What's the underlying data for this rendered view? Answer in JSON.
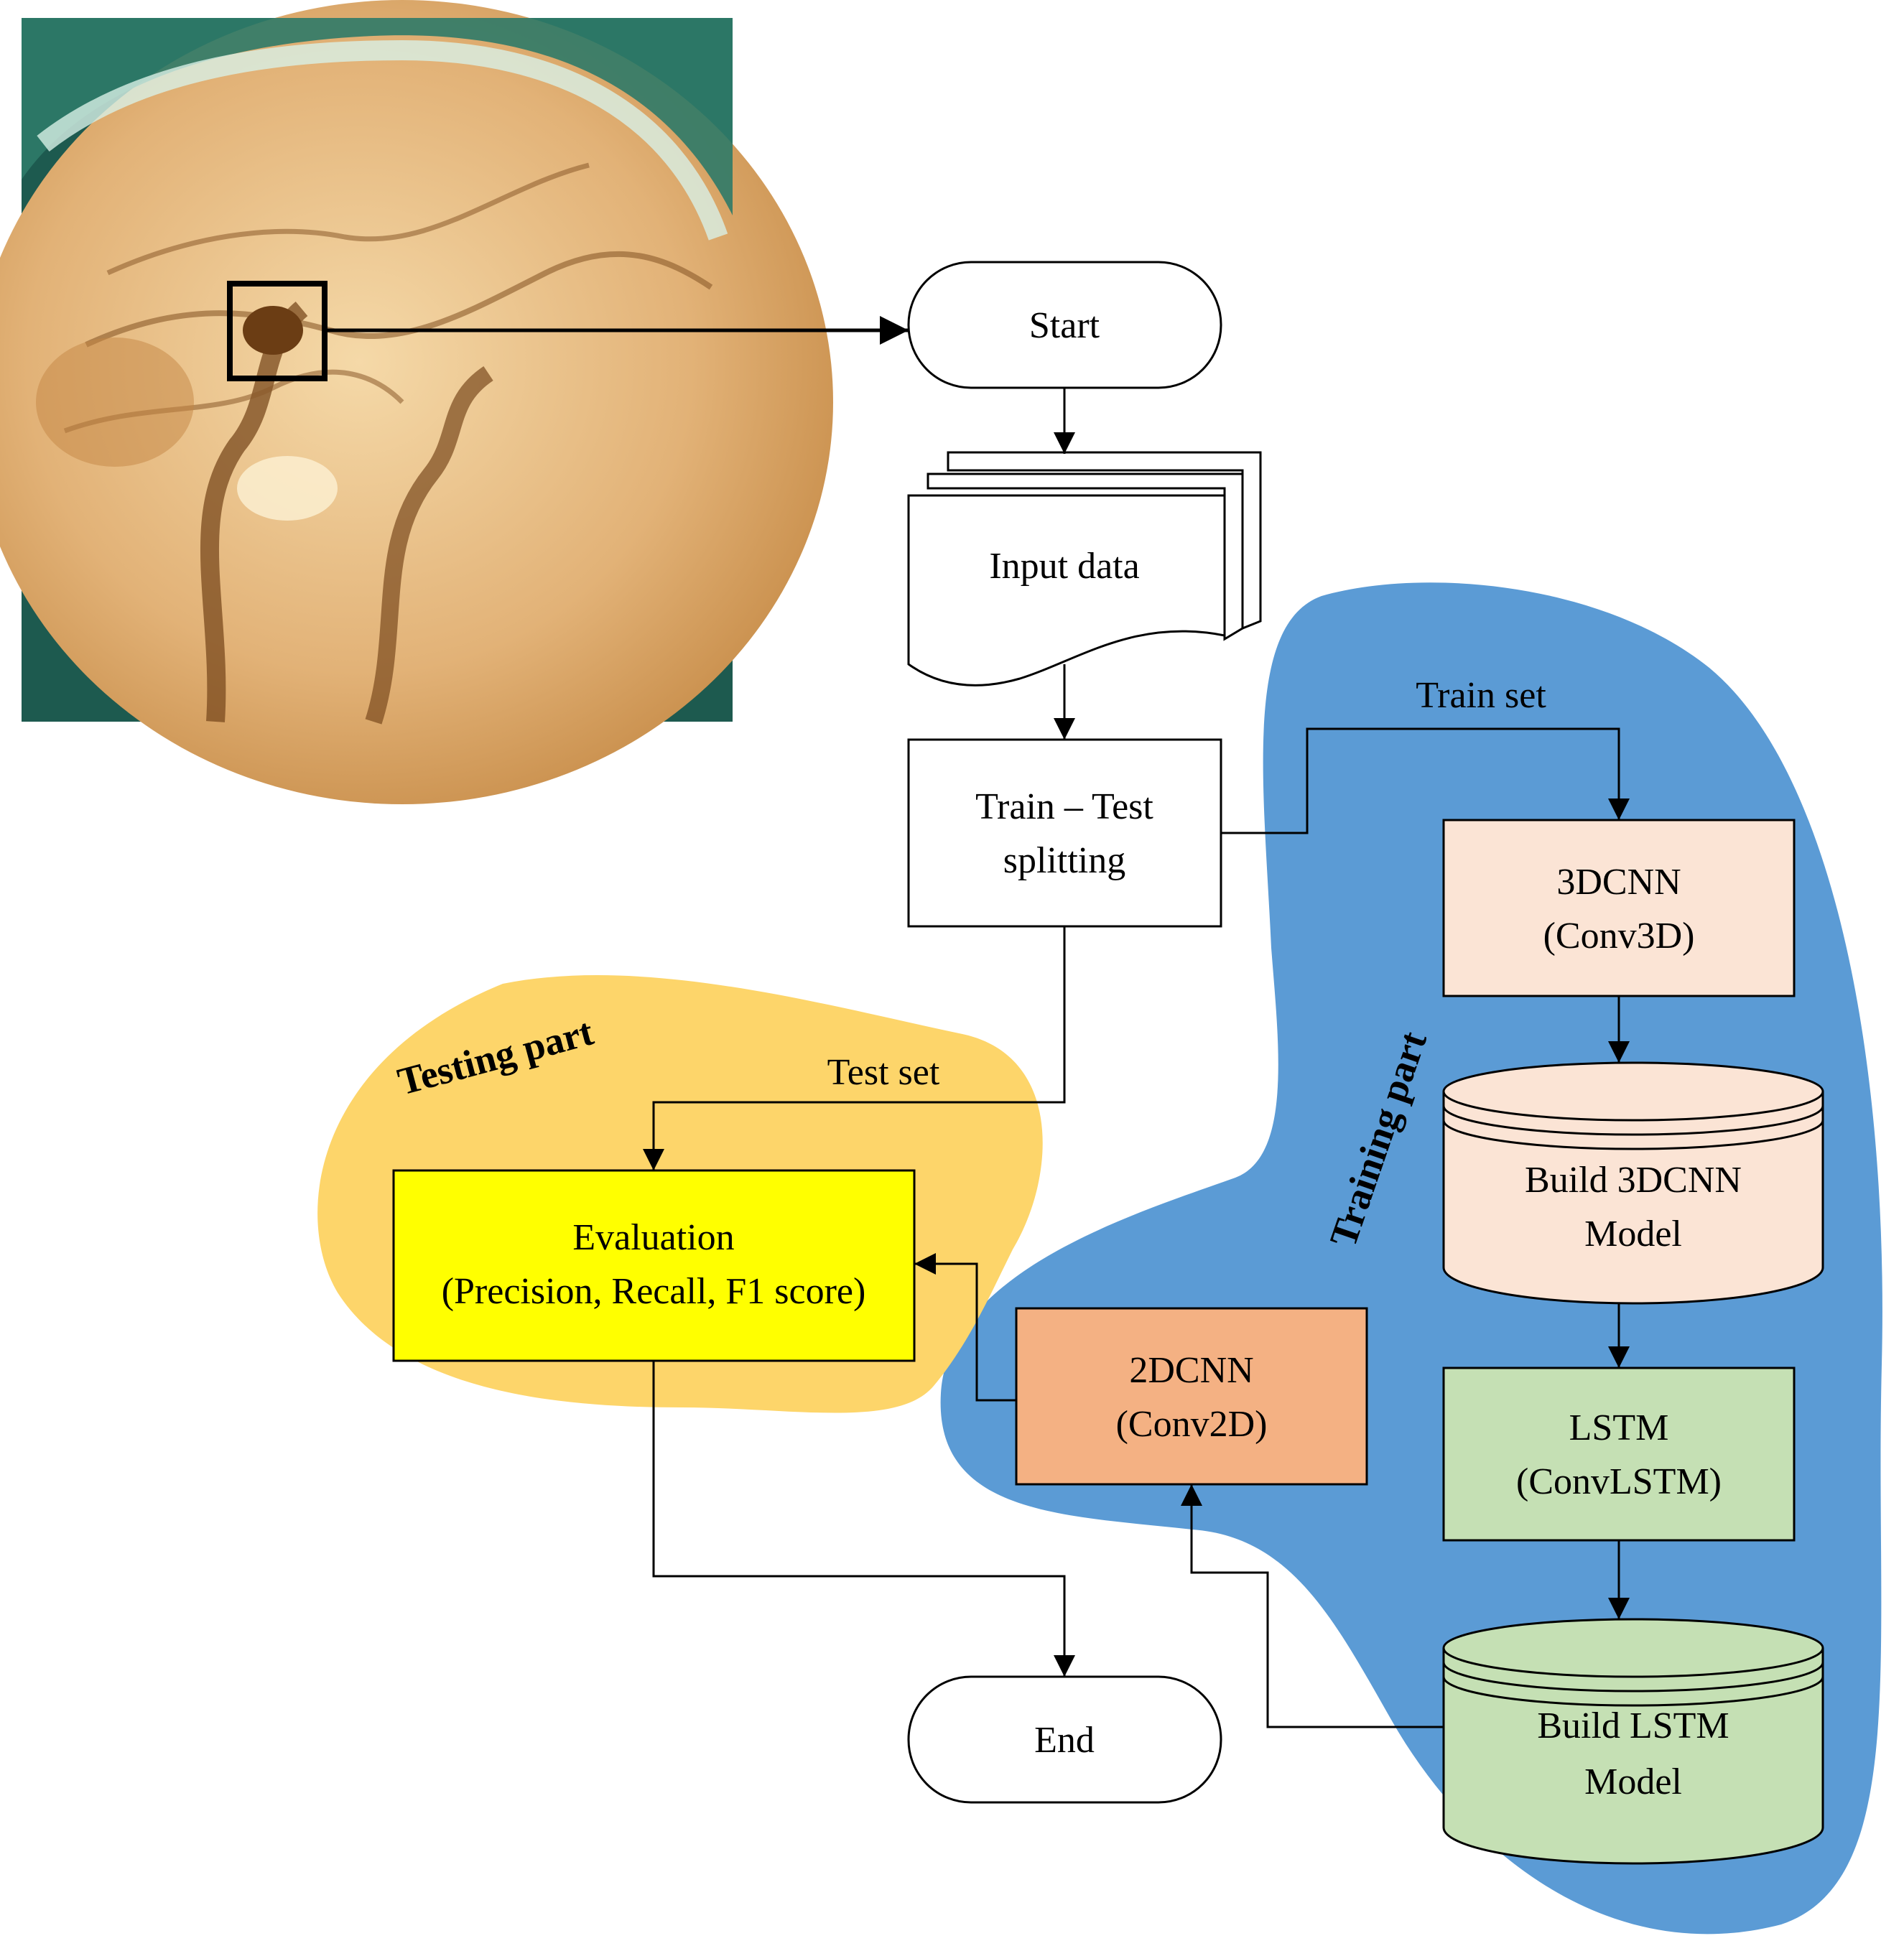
{
  "diagram": {
    "nodes": {
      "start": "Start",
      "input": "Input data",
      "split_line1": "Train – Test",
      "split_line2": "splitting",
      "cnn3d_line1": "3DCNN",
      "cnn3d_line2": "(Conv3D)",
      "build3d_line1": "Build 3DCNN",
      "build3d_line2": "Model",
      "lstm_line1": "LSTM",
      "lstm_line2": "(ConvLSTM)",
      "buildlstm_line1": "Build LSTM",
      "buildlstm_line2": "Model",
      "cnn2d_line1": "2DCNN",
      "cnn2d_line2": "(Conv2D)",
      "eval_line1": "Evaluation",
      "eval_line2": "(Precision, Recall, F1 score)",
      "end": "End"
    },
    "edges": {
      "train_set": "Train set",
      "test_set": "Test set"
    },
    "regions": {
      "training": "Training part",
      "testing": "Testing part"
    },
    "colors": {
      "training_region": "#5b9bd5",
      "testing_region": "#fdd56a",
      "cnn3d_fill": "#fbe4d5",
      "lstm_fill": "#c5e0b4",
      "cnn2d_fill": "#f4b183",
      "eval_fill": "#ffff00"
    }
  }
}
